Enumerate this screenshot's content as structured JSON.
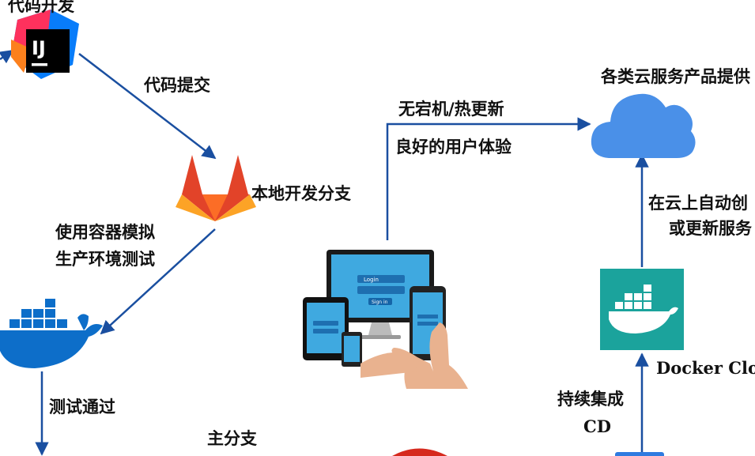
{
  "labels": {
    "code_dev": "代码开发",
    "code_commit": "代码提交",
    "local_branch": "本地开发分支",
    "simulate_line1": "使用容器模拟",
    "simulate_line2": "生产环境测试",
    "test_passed": "测试通过",
    "main_branch": "主分支",
    "serverless_hot_update": "无宕机/热更新",
    "good_ux": "良好的用户体验",
    "cloud_products": "各类云服务产品提供",
    "auto_create_line1": "在云上自动创",
    "auto_create_line2": "或更新服务",
    "docker_cloud": "Docker Cloud",
    "continuous_line1": "持续集成",
    "continuous_line2": "CD"
  },
  "icons": {
    "intellij": "intellij-logo-icon",
    "gitlab": "gitlab-fox-icon",
    "docker_blue": "docker-whale-icon",
    "devices": "multi-device-login-icon",
    "cloud": "cloud-icon",
    "docker_teal": "docker-cloud-icon",
    "ij_text": "IJ"
  },
  "device_screen": {
    "login": "Login",
    "signin": "Sign in"
  },
  "colors": {
    "arrow": "#1a4fa0",
    "docker_blue": "#0d6ec9",
    "docker_teal": "#1ba39c",
    "cloud": "#4a90e8",
    "gitlab_orange": "#e24329",
    "gitlab_light": "#fca326",
    "main_branch_red": "#d62a1e"
  }
}
